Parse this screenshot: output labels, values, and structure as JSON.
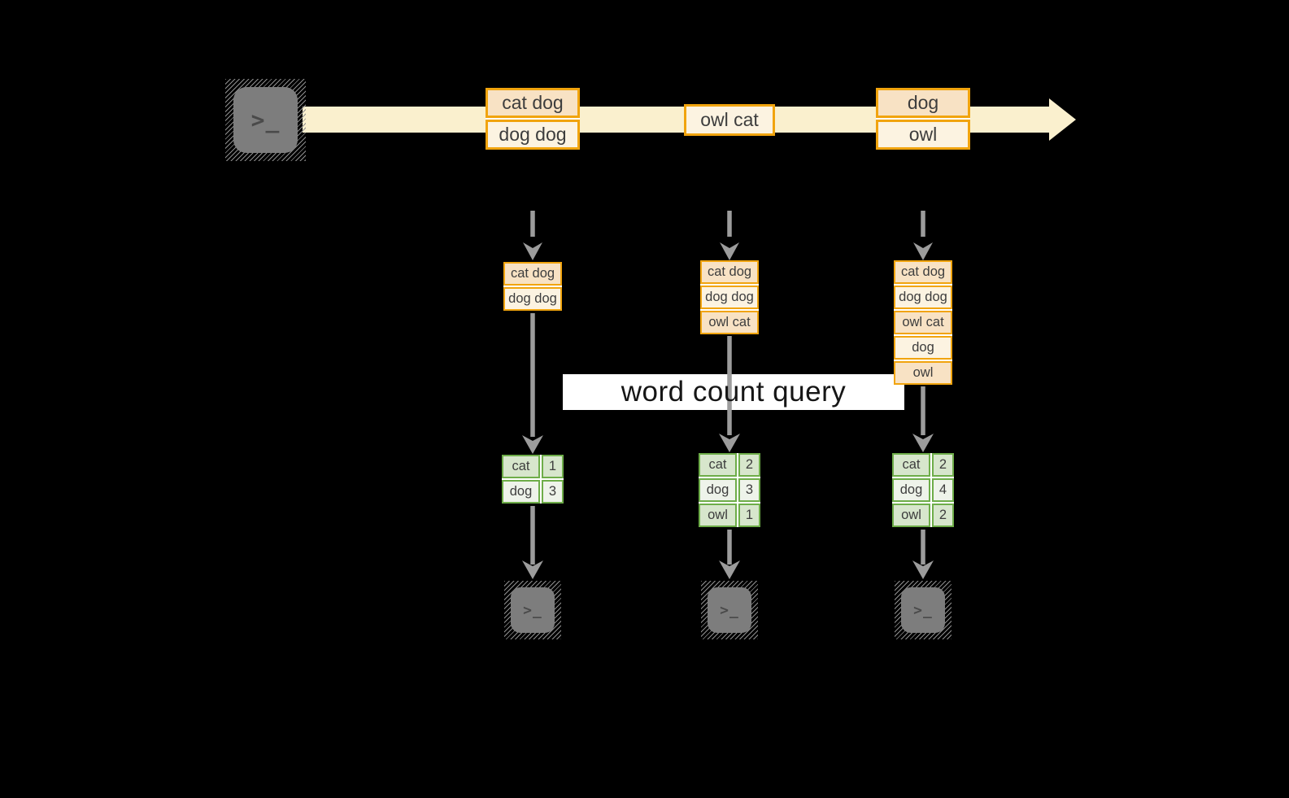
{
  "palette": {
    "background": "#000000",
    "orange_border": "#F1A40E",
    "peach_fill": "#F8E2C4",
    "cream_fill": "#FCF3E1",
    "stream_fill": "#FAF0CE",
    "green_border": "#6EAD49",
    "green_fill_dark": "#D7E6CC",
    "green_fill_light": "#EEF3EA",
    "arrow_gray": "#9C9C9C",
    "terminal_gray": "#7D7D7D",
    "label_bg": "#FFFFFF",
    "text_dark": "#3D3D3D"
  },
  "terminal": {
    "prompt": ">_"
  },
  "stream_batches": [
    {
      "rows": [
        "cat dog",
        "dog dog"
      ]
    },
    {
      "rows": [
        "owl cat"
      ]
    },
    {
      "rows": [
        "dog",
        "owl"
      ]
    }
  ],
  "query_label": "word count query",
  "columns": [
    {
      "stack": [
        "cat dog",
        "dog dog"
      ],
      "result": [
        {
          "word": "cat",
          "count": "1"
        },
        {
          "word": "dog",
          "count": "3"
        }
      ]
    },
    {
      "stack": [
        "cat dog",
        "dog dog",
        "owl cat"
      ],
      "result": [
        {
          "word": "cat",
          "count": "2"
        },
        {
          "word": "dog",
          "count": "3"
        },
        {
          "word": "owl",
          "count": "1"
        }
      ]
    },
    {
      "stack": [
        "cat dog",
        "dog dog",
        "owl cat",
        "dog",
        "owl"
      ],
      "result": [
        {
          "word": "cat",
          "count": "2"
        },
        {
          "word": "dog",
          "count": "4"
        },
        {
          "word": "owl",
          "count": "2"
        }
      ]
    }
  ]
}
